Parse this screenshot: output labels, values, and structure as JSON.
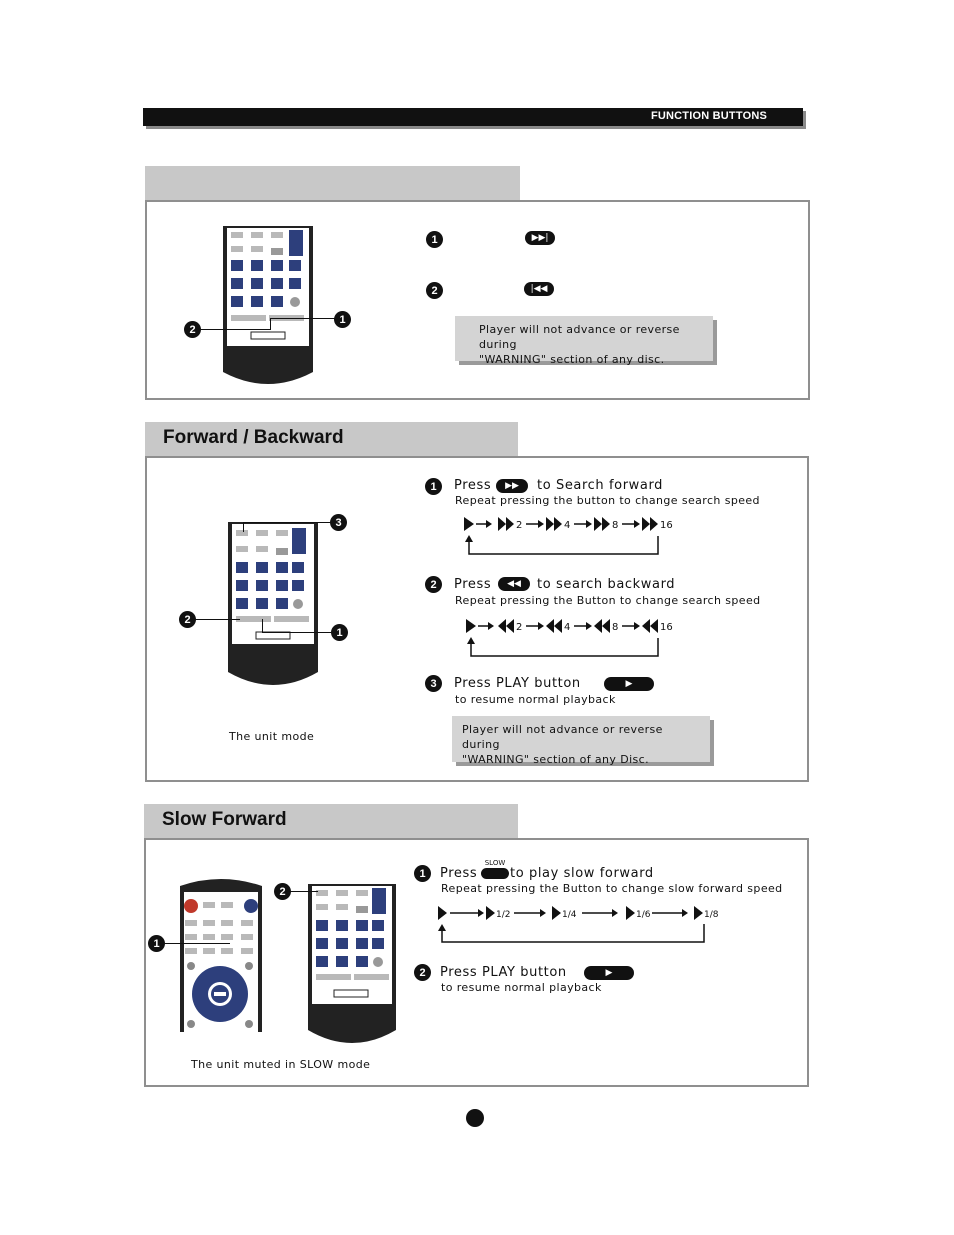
{
  "header": {
    "title": "FUNCTION BUTTONS"
  },
  "section1": {
    "title": "",
    "step1": {
      "num": "1",
      "icon": "next-icon"
    },
    "step2": {
      "num": "2",
      "icon": "prev-icon"
    },
    "warning": {
      "line1": "Player will not advance or reverse during",
      "line2": "\"WARNING\" section of any disc."
    }
  },
  "section2": {
    "title": "Forward / Backward",
    "step1": {
      "num": "1",
      "press": "Press",
      "action": "to Search forward",
      "sub": "Repeat pressing the button to change search speed",
      "speeds": [
        "2",
        "4",
        "8",
        "16"
      ]
    },
    "step2": {
      "num": "2",
      "press": "Press",
      "action": "to search backward",
      "sub": "Repeat pressing the Button to change search speed",
      "speeds": [
        "2",
        "4",
        "8",
        "16"
      ]
    },
    "step3": {
      "num": "3",
      "text": "Press PLAY  button",
      "sub": "to resume normal playback"
    },
    "warning": {
      "line1": "Player will not advance or reverse during",
      "line2": "\"WARNING\" section of any Disc."
    },
    "caption": "The unit  mode",
    "callouts": [
      "1",
      "2",
      "3"
    ]
  },
  "section3": {
    "title": "Slow Forward",
    "step1": {
      "num": "1",
      "press": "Press",
      "button_label": "SLOW",
      "action": "to play slow forward",
      "sub": "Repeat pressing the Button to change slow forward speed",
      "speeds": [
        "1/2",
        "1/4",
        "1/6",
        "1/8"
      ]
    },
    "step2": {
      "num": "2",
      "text": "Press PLAY button",
      "sub": "to resume normal playback"
    },
    "caption": "The unit muted in SLOW mode",
    "callouts": [
      "1",
      "2"
    ]
  },
  "colors": {
    "remote_blue": "#2d3f7c",
    "tab_gray": "#c8c8c8",
    "box_border": "#8f8f8f"
  }
}
